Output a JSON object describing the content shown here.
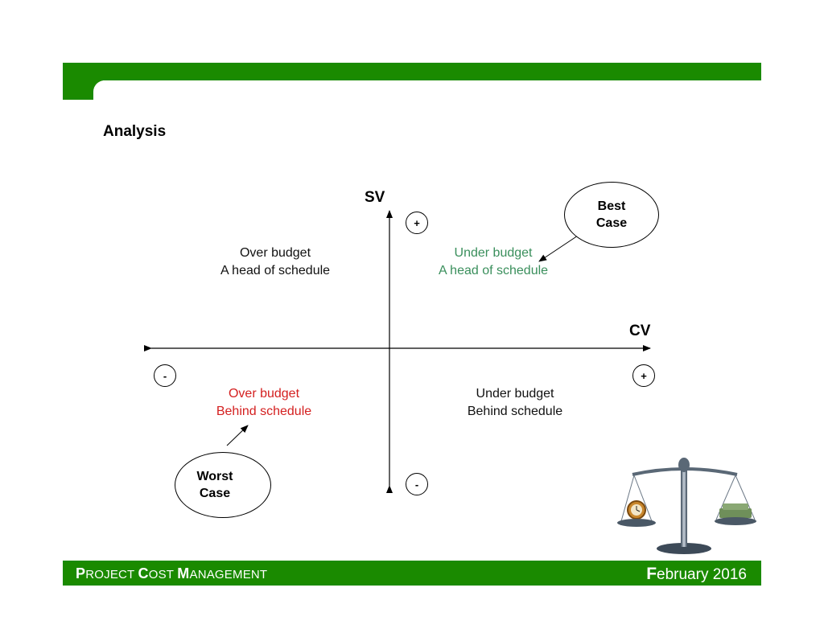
{
  "slide": {
    "title": "Analysis"
  },
  "axes": {
    "y_label": "SV",
    "x_label": "CV",
    "y_plus": "+",
    "y_minus": "-",
    "x_plus": "+",
    "x_minus": "-"
  },
  "quadrants": {
    "top_left": {
      "line1": "Over budget",
      "line2": "A head of schedule",
      "color": "#111111"
    },
    "top_right": {
      "line1": "Under budget",
      "line2": "A head of schedule",
      "color": "#3a8f5c"
    },
    "bottom_left": {
      "line1": "Over budget",
      "line2": "Behind schedule",
      "color": "#d42020"
    },
    "bottom_right": {
      "line1": "Under budget",
      "line2": "Behind schedule",
      "color": "#111111"
    }
  },
  "callouts": {
    "best": {
      "line1": "Best",
      "line2": "Case"
    },
    "worst": {
      "line1": "Worst",
      "line2": "Case"
    }
  },
  "footer": {
    "left": {
      "w1_initial": "P",
      "w1_rest": "ROJECT",
      "w2_initial": "C",
      "w2_rest": "OST",
      "w3_initial": "M",
      "w3_rest": "ANAGEMENT"
    },
    "right": {
      "initial": "F",
      "rest": "ebruary 2016"
    }
  },
  "colors": {
    "brand_green": "#1a8a00"
  },
  "images": {
    "scale": "balance-scale-clock-vs-money"
  }
}
